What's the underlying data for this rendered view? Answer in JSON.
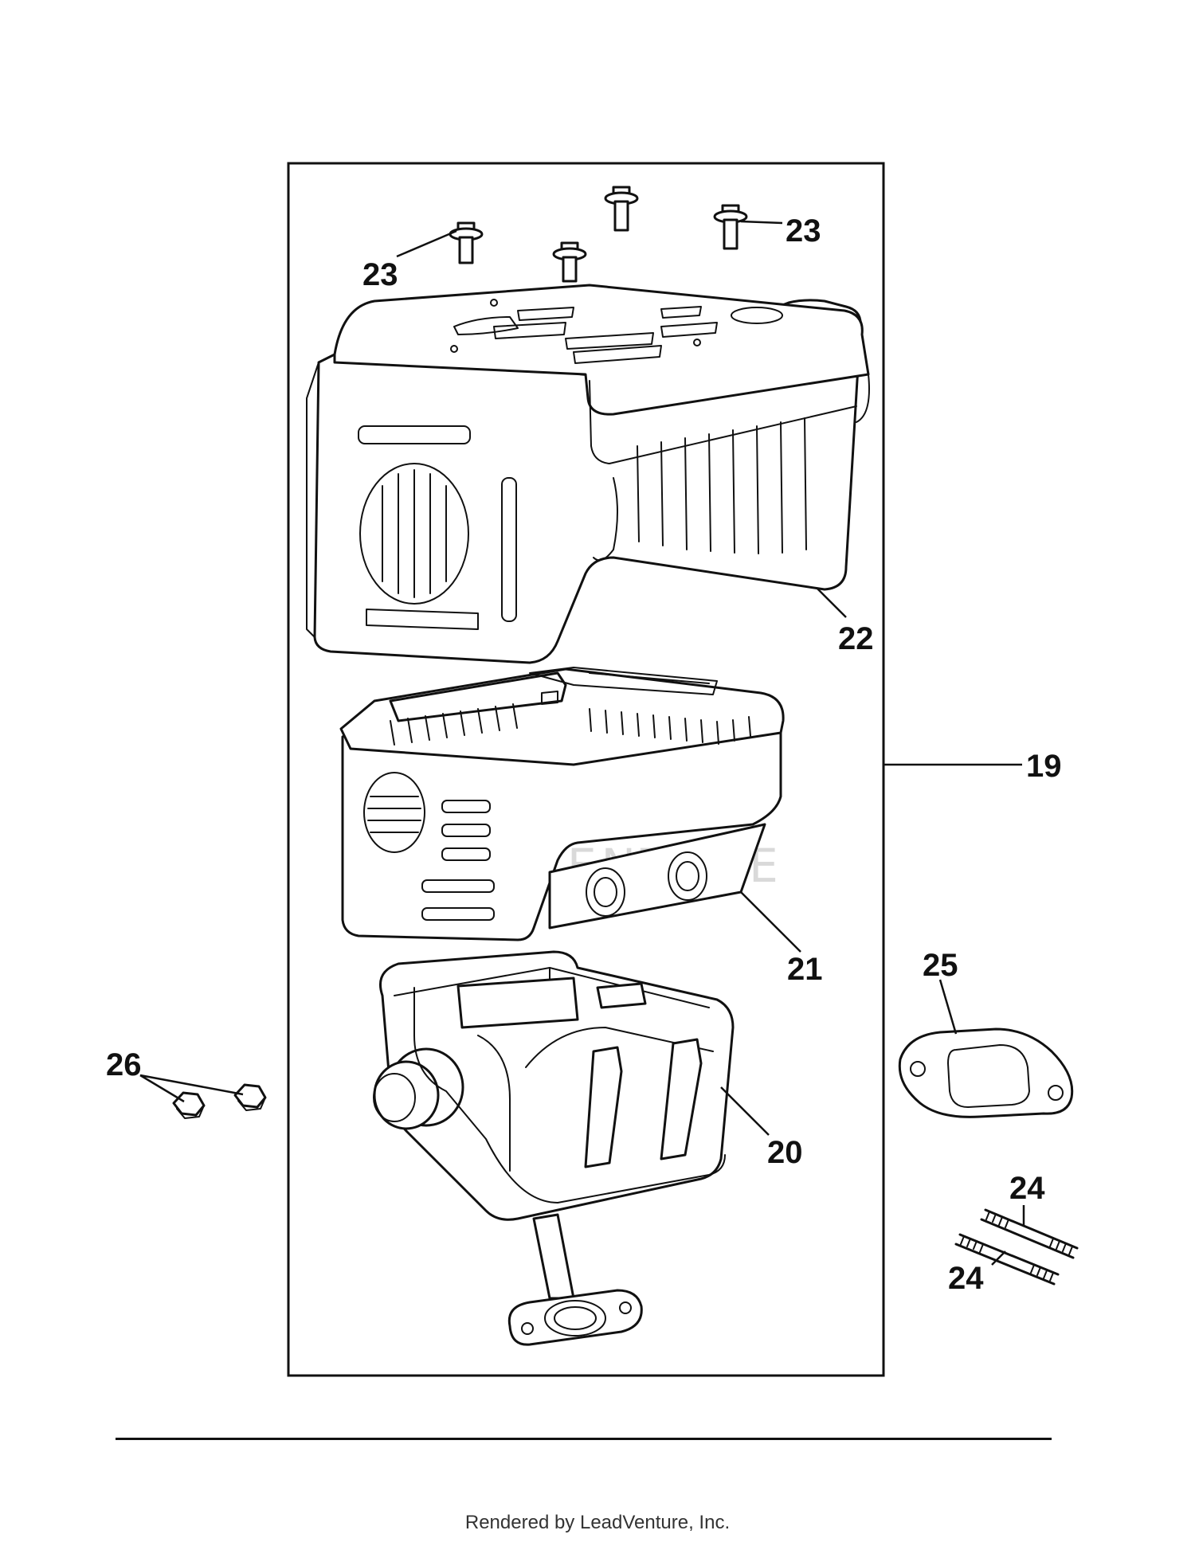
{
  "callouts": {
    "c19": "19",
    "c20": "20",
    "c21": "21",
    "c22": "22",
    "c23a": "23",
    "c23b": "23",
    "c24a": "24",
    "c24b": "24",
    "c25": "25",
    "c26": "26"
  },
  "watermark": "LEADVENTURE",
  "footer": "Rendered by LeadVenture, Inc."
}
